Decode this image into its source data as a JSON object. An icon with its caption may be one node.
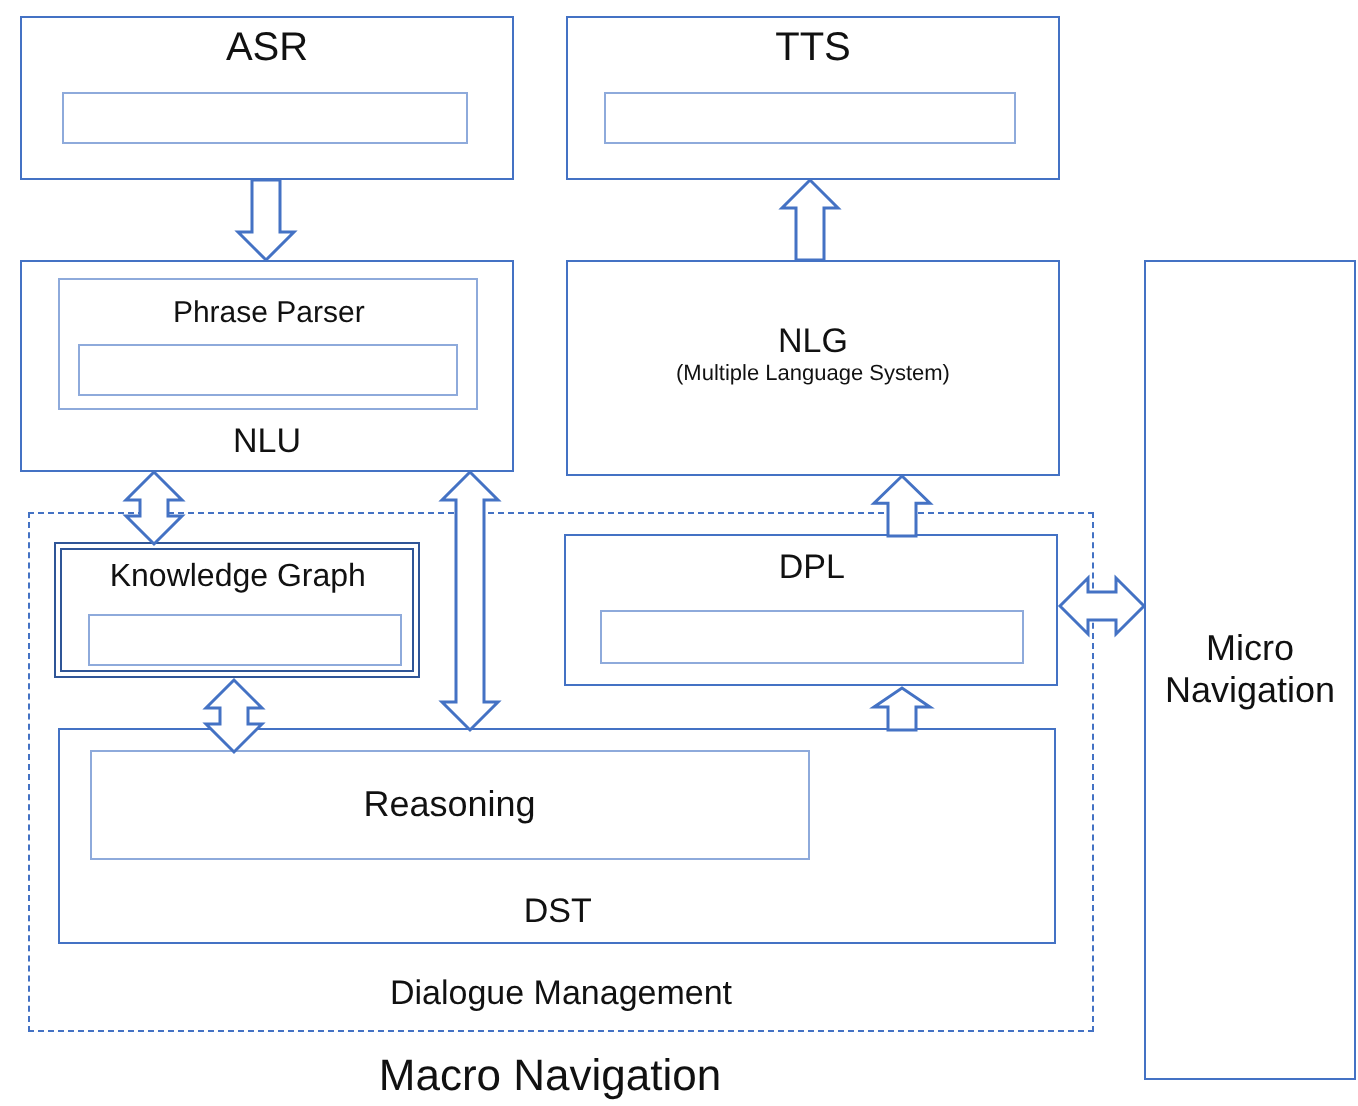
{
  "diagram": {
    "nodes": [
      {
        "text": [
          "ASR"
        ]
      },
      {
        "text": [],
        "shape": "box",
        "in": 0
      },
      {
        "text": [
          "TTS"
        ]
      },
      {
        "text": [],
        "shape": "box",
        "in": 2
      },
      {
        "text": [
          "NLU"
        ]
      },
      {
        "text": [
          "Phrase Parser"
        ],
        "in": 4
      },
      {
        "text": [],
        "shape": "box",
        "in": 5
      },
      {
        "text": [
          "NLG",
          "(Multiple Language System)"
        ]
      },
      {
        "text": [
          "Micro Navigation"
        ]
      },
      {
        "text": [
          "Dialogue Management"
        ]
      },
      {
        "text": [
          "Knowledge Graph"
        ],
        "in": 9
      },
      {
        "text": [],
        "shape": "box",
        "in": 10
      },
      {
        "text": [
          "DPL"
        ],
        "in": 9
      },
      {
        "text": [],
        "shape": "box",
        "in": 12
      },
      {
        "text": [
          "DST"
        ],
        "in": 9
      },
      {
        "text": [
          "Reasoning"
        ],
        "in": 14
      }
    ],
    "edges": [
      {
        "from": 0,
        "to": 4,
        "arrow": "to"
      },
      {
        "from": 7,
        "to": 2,
        "arrow": "to"
      },
      {
        "from": 4,
        "to": 10,
        "arrow": "both"
      },
      {
        "from": 4,
        "to": 14,
        "arrow": "both"
      },
      {
        "from": 10,
        "to": 15,
        "arrow": "both"
      },
      {
        "from": 14,
        "to": 12,
        "arrow": "to"
      },
      {
        "from": 12,
        "to": 7,
        "arrow": "to"
      },
      {
        "from": 12,
        "to": 8,
        "arrow": "both"
      }
    ],
    "labels": [
      "Macro Navigation"
    ]
  }
}
